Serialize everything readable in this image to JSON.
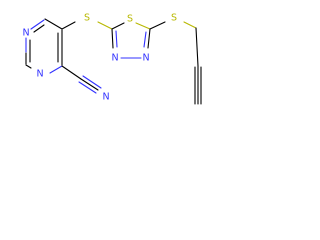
{
  "colors": {
    "carbon": "#000000",
    "nitrogen": "#3232ff",
    "sulfur": "#b8b800",
    "background": "#ffffff"
  },
  "atoms": {
    "pyrazine_n1": "N",
    "pyrazine_n4": "N",
    "linker_s": "S",
    "thiadiazole_s": "S",
    "thiadiazole_n3": "N",
    "thiadiazole_n4": "N",
    "thioether_s": "S",
    "nitrile_n": "N"
  }
}
